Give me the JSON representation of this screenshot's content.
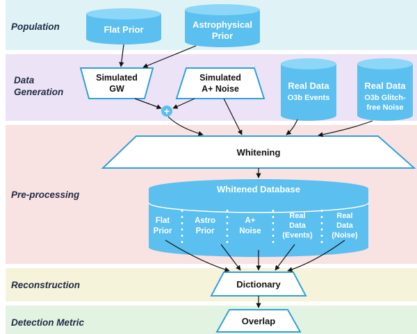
{
  "stages": {
    "population": "Population",
    "data_generation": "Data\nGeneration",
    "preprocessing": "Pre-processing",
    "reconstruction": "Reconstruction",
    "detection_metric": "Detection Metric"
  },
  "population": {
    "flat_prior": "Flat Prior",
    "astro_prior_line1": "Astrophysical",
    "astro_prior_line2": "Prior"
  },
  "data_generation": {
    "simulated_gw_line1": "Simulated",
    "simulated_gw_line2": "GW",
    "simulated_noise_line1": "Simulated",
    "simulated_noise_line2": "A+ Noise",
    "real_events_line1": "Real Data",
    "real_events_line2": "O3b Events",
    "real_noise_line1": "Real  Data",
    "real_noise_line2": "O3b Glitch-",
    "real_noise_line3": "free Noise",
    "sum_symbol": "+"
  },
  "preprocessing": {
    "whitening": "Whitening",
    "whitened_database": "Whitened Database",
    "sections": [
      {
        "line1": "Flat",
        "line2": "Prior",
        "line3": ""
      },
      {
        "line1": "Astro",
        "line2": "Prior",
        "line3": ""
      },
      {
        "line1": "A+",
        "line2": "Noise",
        "line3": ""
      },
      {
        "line1": "Real",
        "line2": "Data",
        "line3": "(Events)"
      },
      {
        "line1": "Real",
        "line2": "Data",
        "line3": "(Noise)"
      }
    ]
  },
  "reconstruction": {
    "dictionary": "Dictionary"
  },
  "detection_metric": {
    "overlap": "Overlap"
  },
  "colors": {
    "population_band": "#dff2f6",
    "generation_band": "#ece4f6",
    "preprocessing_band": "#f8e2e2",
    "reconstruction_band": "#f5f3d9",
    "detection_band": "#e3f3e2",
    "cylinder_fill": "#5bbfef",
    "cylinder_top": "#8cd6f7",
    "outline": "#2f9fd8"
  }
}
